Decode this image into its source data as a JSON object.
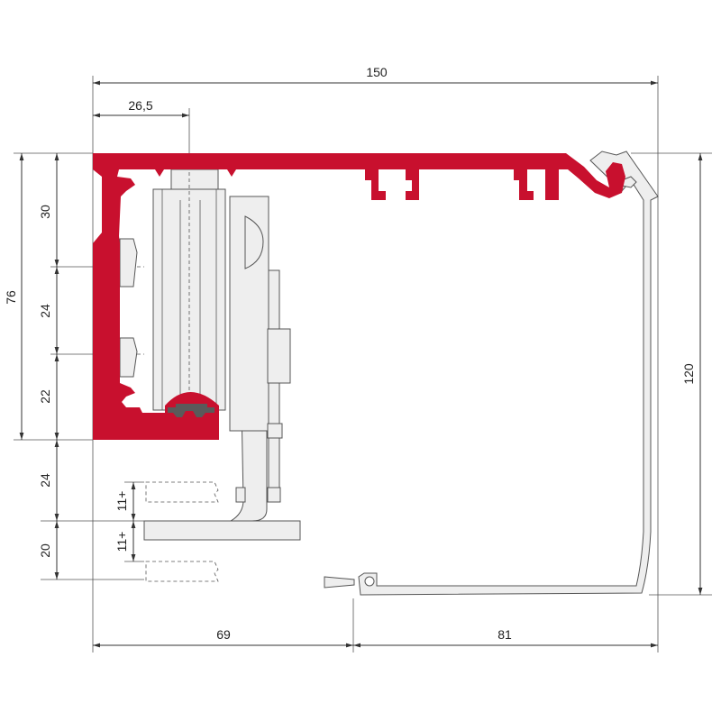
{
  "colors": {
    "profile": "#c8102e",
    "insert": "#5a5a5a",
    "parts": "#eeeeee",
    "lines": "#333333"
  },
  "dimensions": {
    "overall_width": "150",
    "offset_top": "26,5",
    "left_height": "76",
    "seg_top": "30",
    "seg_middle": "24",
    "seg_lower": "22",
    "bracket_upper": "24",
    "bracket_lower": "20",
    "adjust_up": "11+",
    "adjust_down": "11+",
    "right_height": "120",
    "bottom_left": "69",
    "bottom_right": "81"
  }
}
